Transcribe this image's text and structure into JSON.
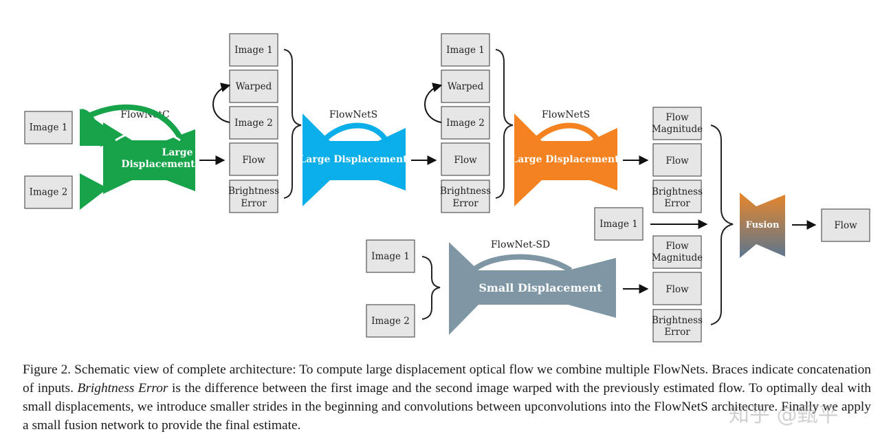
{
  "colors": {
    "flownetc": "#16a34a",
    "flownets_1": "#0aaee8",
    "flownets_2": "#f58220",
    "flownet_sd": "#7f97a5",
    "fusion_top": "#e8862a",
    "fusion_bottom": "#5b7690",
    "box_fill": "#e6e6e6"
  },
  "stage1": {
    "inputs": [
      "Image 1",
      "Image 2"
    ],
    "net_name": "FlowNetC",
    "net_inner": [
      "Large",
      "Displacement"
    ]
  },
  "stage2": {
    "inputs": [
      "Image 1",
      "Warped",
      "Image 2",
      "Flow",
      [
        "Brightness",
        "Error"
      ]
    ],
    "net_name": "FlowNetS",
    "net_inner": "Large Displacement"
  },
  "stage3": {
    "inputs": [
      "Image 1",
      "Warped",
      "Image 2",
      "Flow",
      [
        "Brightness",
        "Error"
      ]
    ],
    "net_name": "FlowNetS",
    "net_inner": "Large Displacement",
    "outputs": [
      [
        "Flow",
        "Magnitude"
      ],
      "Flow",
      [
        "Brightness",
        "Error"
      ]
    ]
  },
  "sd": {
    "inputs": [
      "Image 1",
      "Image 2"
    ],
    "net_name": "FlowNet-SD",
    "net_inner": "Small Displacement",
    "outputs": [
      [
        "Flow",
        "Magnitude"
      ],
      "Flow",
      [
        "Brightness",
        "Error"
      ]
    ]
  },
  "fusion": {
    "extra_input": "Image 1",
    "net_inner": "Fusion",
    "output": "Flow"
  },
  "caption": {
    "part1": "Figure 2. Schematic view of complete architecture: To compute large displacement optical flow we combine multiple FlowNets. Braces indicate concatenation of inputs. ",
    "em": "Brightness Error",
    "part2": " is the difference between the first image and the second image warped with the previously estimated flow.  To optimally deal with small displacements, we introduce smaller strides in the beginning and convolutions between upconvolutions into the FlowNetS architecture. Finally we apply a small fusion network to provide the final estimate."
  },
  "watermark": "知乎 @甄平"
}
